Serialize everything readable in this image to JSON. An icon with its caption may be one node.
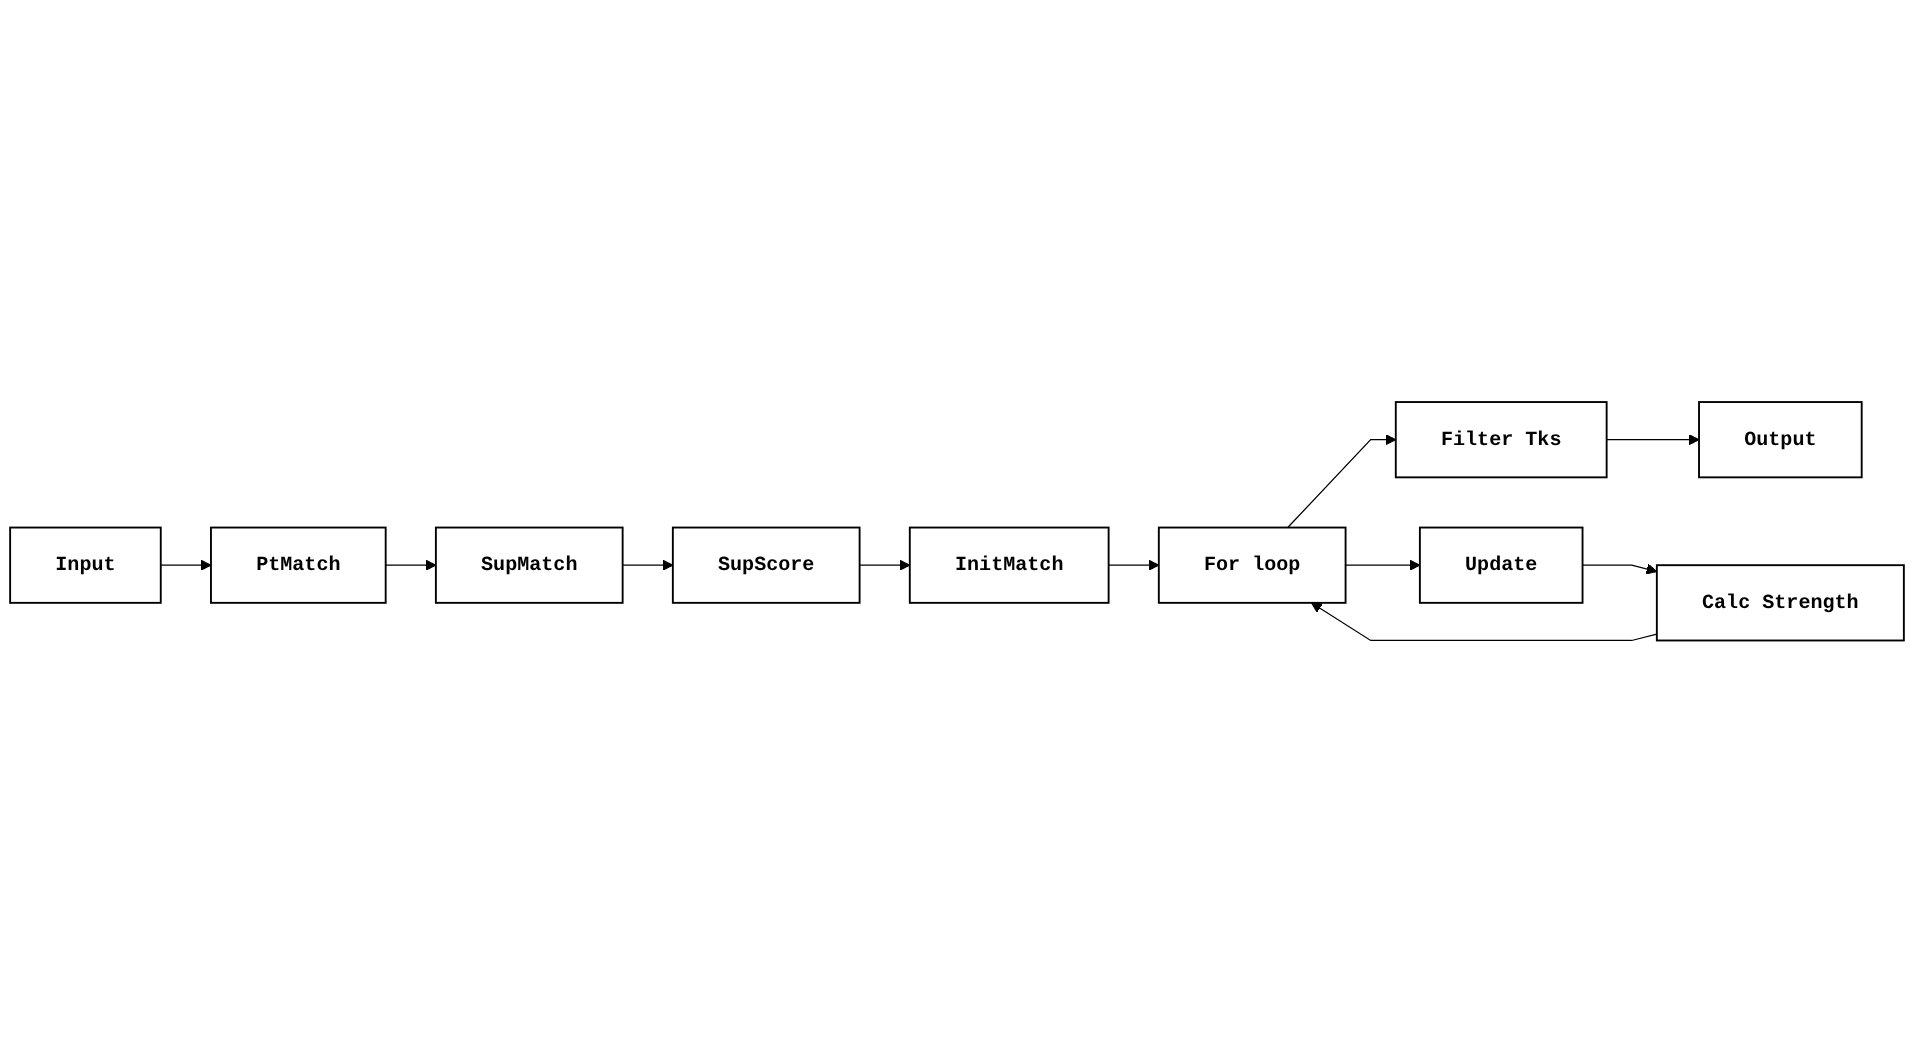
{
  "diagram": {
    "nodes": [
      {
        "text": [
          "Input"
        ]
      },
      {
        "text": [
          "PtMatch"
        ]
      },
      {
        "text": [
          "SupMatch"
        ]
      },
      {
        "text": [
          "SupScore"
        ]
      },
      {
        "text": [
          "InitMatch"
        ]
      },
      {
        "text": [
          "For loop"
        ]
      },
      {
        "text": [
          "Filter Tks"
        ]
      },
      {
        "text": [
          "Output"
        ]
      },
      {
        "text": [
          "Calc Strength"
        ]
      },
      {
        "text": [
          "Update"
        ]
      }
    ],
    "edges": [
      {
        "from": 0,
        "to": 1,
        "arrow": "to"
      },
      {
        "from": 1,
        "to": 2,
        "arrow": "to"
      },
      {
        "from": 2,
        "to": 3,
        "arrow": "to"
      },
      {
        "from": 3,
        "to": 4,
        "arrow": "to"
      },
      {
        "from": 4,
        "to": 5,
        "arrow": "to"
      },
      {
        "from": 5,
        "to": 6,
        "arrow": "to"
      },
      {
        "from": 6,
        "to": 7,
        "arrow": "to"
      },
      {
        "from": 5,
        "to": 9,
        "arrow": "to"
      },
      {
        "from": 9,
        "to": 8,
        "arrow": "to"
      },
      {
        "from": 8,
        "to": 5,
        "arrow": "to"
      }
    ]
  }
}
